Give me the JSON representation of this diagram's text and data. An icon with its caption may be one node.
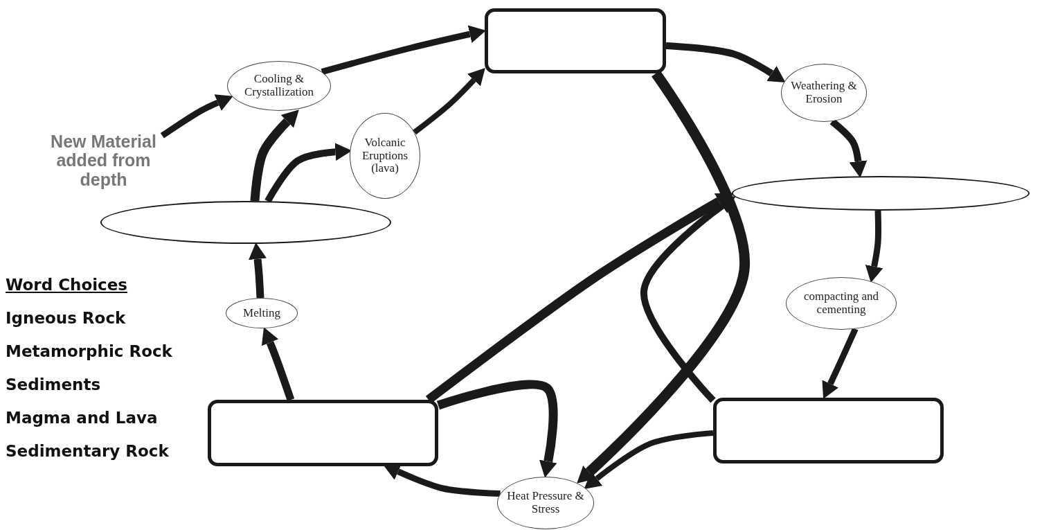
{
  "diagram": {
    "nodes": [
      {
        "text": [],
        "shape": "box"
      },
      {
        "text": [
          "Cooling & Crystallization"
        ]
      },
      {
        "text": [
          "Volcanic Eruptions (lava)"
        ]
      },
      {
        "text": [
          "Weathering & Erosion"
        ]
      },
      {
        "text": [
          "New Material added from depth"
        ]
      },
      {
        "text": [],
        "shape": "ellipse"
      },
      {
        "text": [],
        "shape": "ellipse"
      },
      {
        "text": [
          "Melting"
        ]
      },
      {
        "text": [
          "compacting and cementing"
        ]
      },
      {
        "text": [],
        "shape": "box"
      },
      {
        "text": [],
        "shape": "box"
      },
      {
        "text": [
          "Heat Pressure & Stress"
        ]
      }
    ],
    "edges": [
      {
        "from": 4,
        "to": 1,
        "arrow": "to"
      },
      {
        "from": 5,
        "to": 1,
        "arrow": "to"
      },
      {
        "from": 5,
        "to": 2,
        "arrow": "to"
      },
      {
        "from": 1,
        "to": 0,
        "arrow": "to"
      },
      {
        "from": 2,
        "to": 0,
        "arrow": "to"
      },
      {
        "from": 0,
        "to": 3,
        "arrow": "to"
      },
      {
        "from": 3,
        "to": 6,
        "arrow": "to"
      },
      {
        "from": 6,
        "to": 8,
        "arrow": "to"
      },
      {
        "from": 8,
        "to": 10,
        "arrow": "to"
      },
      {
        "from": 10,
        "to": 11,
        "arrow": "to"
      },
      {
        "from": 11,
        "to": 9,
        "arrow": "to"
      },
      {
        "from": 9,
        "to": 11,
        "arrow": "to"
      },
      {
        "from": 9,
        "to": 7,
        "arrow": "to"
      },
      {
        "from": 7,
        "to": 5,
        "arrow": "to"
      },
      {
        "from": 9,
        "to": 6,
        "arrow": "to"
      },
      {
        "from": 10,
        "to": 6,
        "arrow": "to"
      },
      {
        "from": 0,
        "to": 11,
        "arrow": "to"
      }
    ],
    "labels": [
      "Word Choices",
      "Igneous Rock",
      "Metamorphic Rock",
      "Sediments",
      "Magma and Lava",
      "Sedimentary Rock"
    ]
  }
}
